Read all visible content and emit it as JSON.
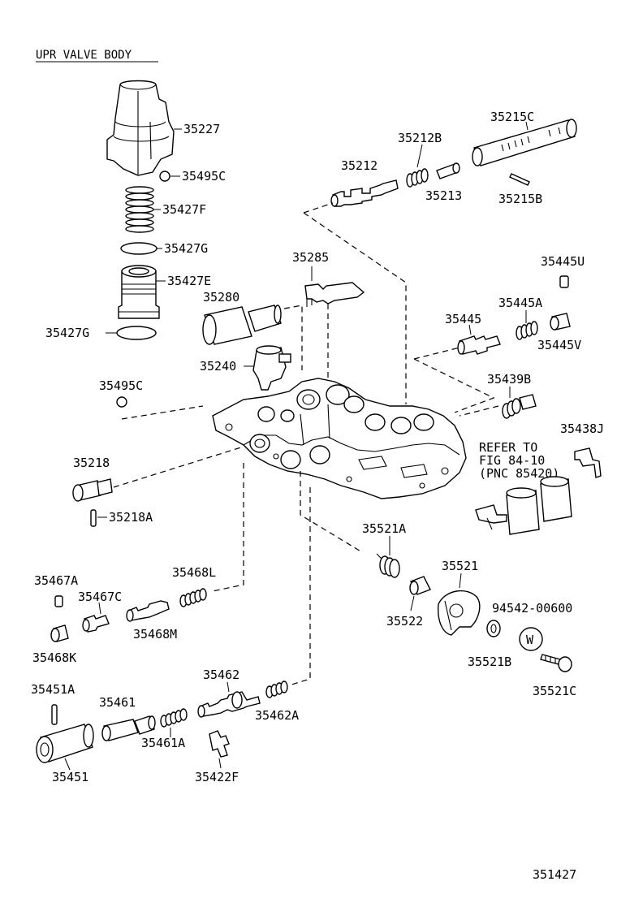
{
  "title": "UPR VALVE BODY",
  "refer_note": [
    "REFER TO",
    "FIG 84-10",
    "(PNC 85420)"
  ],
  "drawing_number": "351427",
  "washer_symbol": "W",
  "labels": {
    "p35227": "35227",
    "p35495C_top": "35495C",
    "p35427F": "35427F",
    "p35427G_top": "35427G",
    "p35427E": "35427E",
    "p35427G_bottom": "35427G",
    "p35212B": "35212B",
    "p35215C": "35215C",
    "p35212": "35212",
    "p35213": "35213",
    "p35215B": "35215B",
    "p35285": "35285",
    "p35280": "35280",
    "p35445U": "35445U",
    "p35445A": "35445A",
    "p35445": "35445",
    "p35445V": "35445V",
    "p35240": "35240",
    "p35495C_mid": "35495C",
    "p35439B": "35439B",
    "p35438J": "35438J",
    "p35218": "35218",
    "p35218A": "35218A",
    "p35521A": "35521A",
    "p35521": "35521",
    "p94542": "94542-00600",
    "p35522": "35522",
    "p35521B": "35521B",
    "p35521C": "35521C",
    "p35467A": "35467A",
    "p35467C": "35467C",
    "p35468L": "35468L",
    "p35468M": "35468M",
    "p35468K": "35468K",
    "p35451A": "35451A",
    "p35462": "35462",
    "p35461": "35461",
    "p35462A": "35462A",
    "p35461A": "35461A",
    "p35451": "35451",
    "p35422F": "35422F"
  }
}
